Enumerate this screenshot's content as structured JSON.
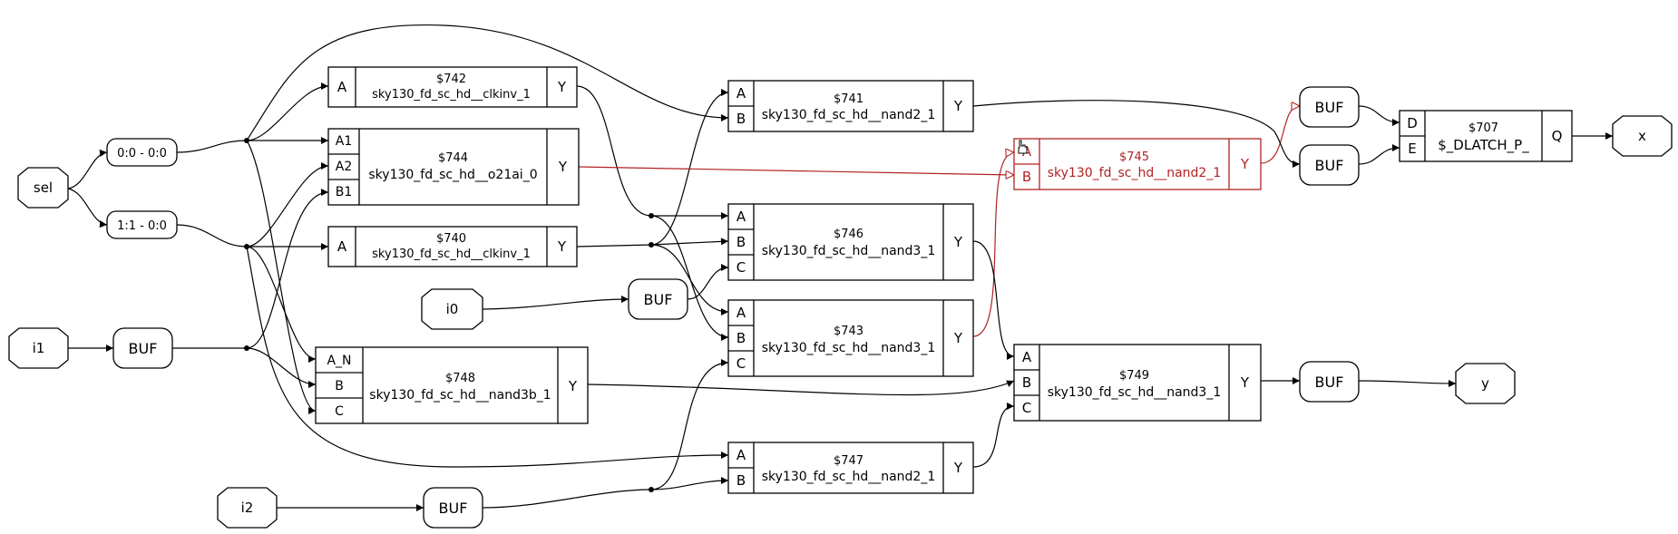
{
  "diagram": {
    "ports": {
      "sel": "sel",
      "i1": "i1",
      "i0": "i0",
      "i2": "i2",
      "x": "x",
      "y": "y"
    },
    "slices": {
      "s00": "0:0 - 0:0",
      "s11": "1:1 - 0:0"
    },
    "buf_label": "BUF",
    "cells": {
      "c742": {
        "id": "$742",
        "type": "sky130_fd_sc_hd__clkinv_1",
        "pins": [
          "A"
        ],
        "out": "Y"
      },
      "c744": {
        "id": "$744",
        "type": "sky130_fd_sc_hd__o21ai_0",
        "pins": [
          "A1",
          "A2",
          "B1"
        ],
        "out": "Y"
      },
      "c740": {
        "id": "$740",
        "type": "sky130_fd_sc_hd__clkinv_1",
        "pins": [
          "A"
        ],
        "out": "Y"
      },
      "c748": {
        "id": "$748",
        "type": "sky130_fd_sc_hd__nand3b_1",
        "pins": [
          "A_N",
          "B",
          "C"
        ],
        "out": "Y"
      },
      "c741": {
        "id": "$741",
        "type": "sky130_fd_sc_hd__nand2_1",
        "pins": [
          "A",
          "B"
        ],
        "out": "Y"
      },
      "c746": {
        "id": "$746",
        "type": "sky130_fd_sc_hd__nand3_1",
        "pins": [
          "A",
          "B",
          "C"
        ],
        "out": "Y"
      },
      "c743": {
        "id": "$743",
        "type": "sky130_fd_sc_hd__nand3_1",
        "pins": [
          "A",
          "B",
          "C"
        ],
        "out": "Y"
      },
      "c747": {
        "id": "$747",
        "type": "sky130_fd_sc_hd__nand2_1",
        "pins": [
          "A",
          "B"
        ],
        "out": "Y"
      },
      "c745": {
        "id": "$745",
        "type": "sky130_fd_sc_hd__nand2_1",
        "pins": [
          "A",
          "B"
        ],
        "out": "Y"
      },
      "c749": {
        "id": "$749",
        "type": "sky130_fd_sc_hd__nand3_1",
        "pins": [
          "A",
          "B",
          "C"
        ],
        "out": "Y"
      },
      "c707": {
        "id": "$707",
        "type": "$_DLATCH_P_",
        "pins": [
          "D",
          "E"
        ],
        "out": "Q"
      }
    },
    "colors": {
      "highlight": "#b22222",
      "stroke": "#000000"
    }
  }
}
